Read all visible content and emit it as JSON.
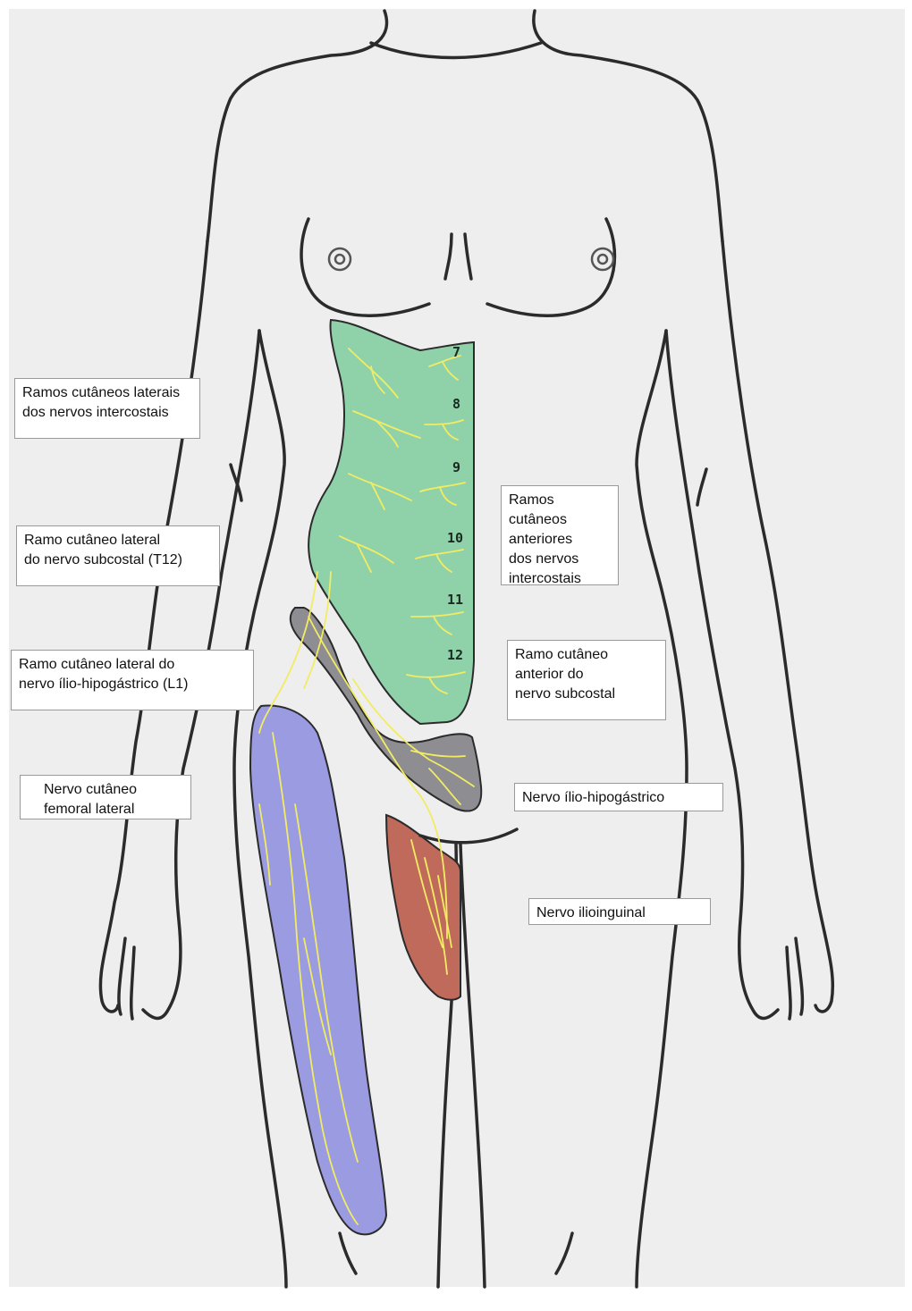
{
  "labels": {
    "lateral_intercostal": "Ramos cutâneos laterais\ndos nervos intercostais",
    "lateral_subcostal": "Ramo cutâneo lateral\ndo nervo subcostal (T12)",
    "lateral_iliohypogastric": "Ramo cutâneo lateral do\nnervo ílio-hipogástrico (L1)",
    "lateral_femoral": "Nervo cutâneo\nfemoral lateral",
    "anterior_intercostal": "Ramos\ncutâneos\nanteriores\ndos nervos\nintercostais",
    "anterior_subcostal": "Ramo cutâneo\nanterior do\nnervo subcostal",
    "iliohypogastric": "Nervo ílio-hipogástrico",
    "ilioinguinal": "Nervo ilioinguinal"
  },
  "segments": [
    "7",
    "8",
    "9",
    "10",
    "11",
    "12"
  ],
  "colors": {
    "background": "#eeeeee",
    "outline": "#2b2b2b",
    "intercostal_region": "#8fd2aa",
    "iliohypogastric_region": "#8d8d92",
    "femoral_region": "#9a9be0",
    "ilioinguinal_region": "#c06a5c",
    "nerve": "#f2ec63"
  }
}
